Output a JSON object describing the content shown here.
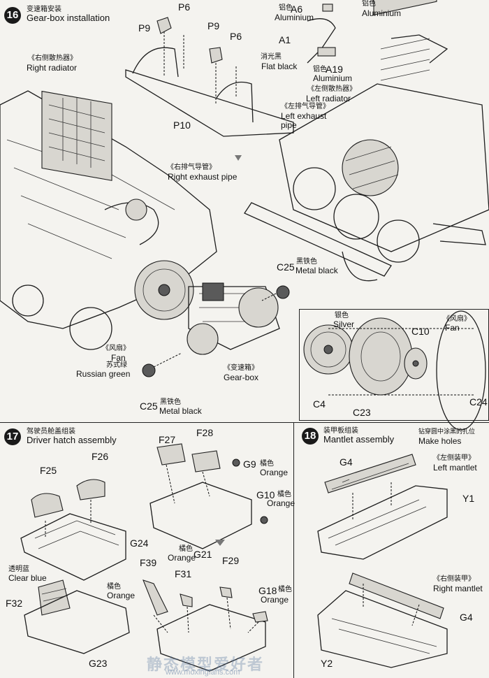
{
  "steps": {
    "s16": {
      "number": "16",
      "title_cn": "变速箱安装",
      "title_en": "Gear-box installation",
      "labels": {
        "right_radiator_cn": "《右侧散热器》",
        "right_radiator_en": "Right radiator",
        "right_exhaust_cn": "《右排气导管》",
        "right_exhaust_en": "Right exhaust pipe",
        "alu1_cn": "铝色",
        "alu1_en": "Aluminium",
        "alu2_cn": "铝色",
        "alu2_en": "Aluminium",
        "flat_black_cn": "消光黑",
        "flat_black_en": "Flat black",
        "alu3_cn": "铝色",
        "alu3_en": "Aluminium",
        "left_radiator_cn": "《左侧散热器》",
        "left_radiator_en": "Left radiator",
        "left_exhaust_cn": "《左排气导管》",
        "left_exhaust_en_1": "Left exhaust",
        "left_exhaust_en_2": "pipe",
        "metal_black1_cn": "黑铁色",
        "metal_black1_en": "Metal black",
        "fan_cn": "《风扇》",
        "fan_en": "Fan",
        "russian_green_cn": "苏式绿",
        "russian_green_en": "Russian green",
        "gearbox_cn": "《变速箱》",
        "gearbox_en": "Gear-box",
        "metal_black2_cn": "黑铁色",
        "metal_black2_en": "Metal black",
        "silver_cn": "银色",
        "silver_en": "Silver",
        "fan2_cn": "《风扇》",
        "fan2_en": "Fan"
      },
      "parts": {
        "p6a": "P6",
        "p9a": "P9",
        "p9b": "P9",
        "p6b": "P6",
        "p10": "P10",
        "a6": "A6",
        "a1": "A1",
        "a19": "A19",
        "c25a": "C25",
        "c25b": "C25",
        "c10": "C10",
        "c4": "C4",
        "c23": "C23",
        "c24": "C24"
      }
    },
    "s17": {
      "number": "17",
      "title_cn": "驾驶员舱盖组装",
      "title_en": "Driver hatch assembly",
      "labels": {
        "clear_blue_cn": "透明蓝",
        "clear_blue_en": "Clear blue",
        "orange1_cn": "橘色",
        "orange1_en": "Orange",
        "orange2_cn": "橘色",
        "orange2_en": "Orange",
        "orange3_cn": "橘色",
        "orange3_en": "Orange",
        "orange4_cn": "橘色",
        "orange4_en": "Orange",
        "orange5_cn": "橘色",
        "orange5_en": "Orange"
      },
      "parts": {
        "f26": "F26",
        "f25": "F25",
        "g24": "G24",
        "f32": "F32",
        "g23": "G23",
        "f27": "F27",
        "f28": "F28",
        "g9": "G9",
        "g10": "G10",
        "g21": "G21",
        "f29": "F29",
        "f39": "F39",
        "f31": "F31",
        "g18": "G18"
      }
    },
    "s18": {
      "number": "18",
      "title_cn": "装甲板组装",
      "title_en": "Mantlet assembly",
      "labels": {
        "make_holes_cn": "钻穿圆中涂黑的孔位",
        "make_holes_en": "Make holes",
        "left_mantlet_cn": "《左侧装甲》",
        "left_mantlet_en": "Left mantlet",
        "right_mantlet_cn": "《右侧装甲》",
        "right_mantlet_en": "Right mantlet"
      },
      "parts": {
        "g4a": "G4",
        "y1": "Y1",
        "g4b": "G4",
        "y2": "Y2"
      }
    }
  },
  "watermark": {
    "site_cn": "静态模型爱好者",
    "site_url": "www.moxingfans.com"
  }
}
